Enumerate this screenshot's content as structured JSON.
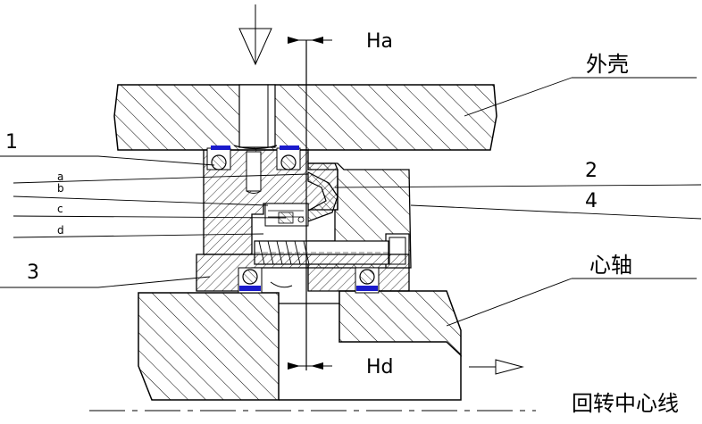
{
  "labels": {
    "housing": "外壳",
    "spindle": "心轴",
    "rotation_axis": "回转中心线",
    "part1": "1",
    "part2": "2",
    "part3": "3",
    "part4": "4",
    "a": "a",
    "b": "b",
    "c": "c",
    "d": "d",
    "Ha": "Ha",
    "Hd": "Hd"
  },
  "colors": {
    "line": "#000000",
    "seal_insert": "#1a1acc",
    "background": "#ffffff"
  }
}
